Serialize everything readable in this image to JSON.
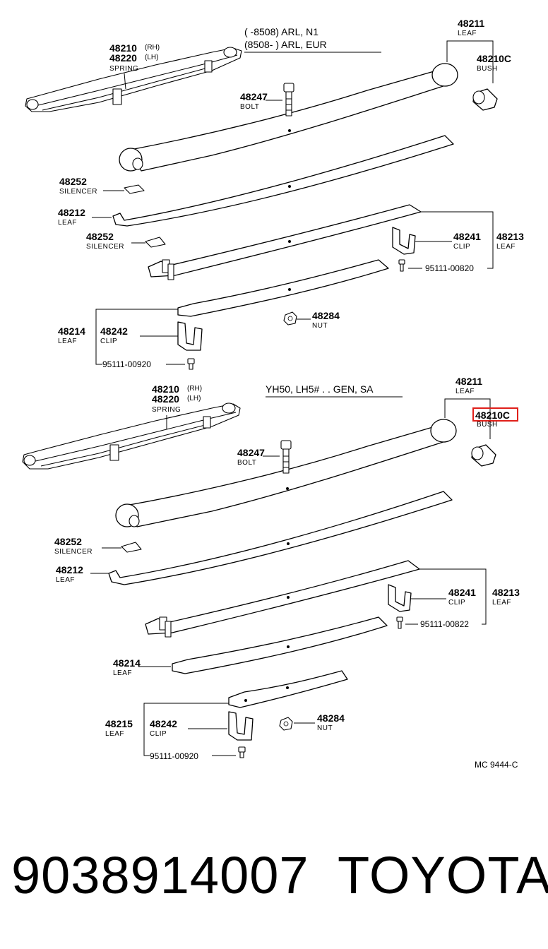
{
  "header_top": {
    "line1": "(    -8508) ARL, N1",
    "line2": "(8508-       ) ARL, EUR"
  },
  "header_bottom": "YH50, LH5# . . GEN, SA",
  "top": {
    "spring": {
      "pn1": "48210",
      "sfx1": "(RH)",
      "pn2": "48220",
      "sfx2": "(LH)",
      "name": "SPRING"
    },
    "leaf_48211": {
      "pn": "48211",
      "name": "LEAF"
    },
    "bush": {
      "pn": "48210C",
      "name": "BUSH"
    },
    "bolt": {
      "pn": "48247",
      "name": "BOLT"
    },
    "silencer1": {
      "pn": "48252",
      "name": "SILENCER"
    },
    "leaf_48212": {
      "pn": "48212",
      "name": "LEAF"
    },
    "silencer2": {
      "pn": "48252",
      "name": "SILENCER"
    },
    "clip_48241": {
      "pn": "48241",
      "name": "CLIP"
    },
    "leaf_48213": {
      "pn": "48213",
      "name": "LEAF"
    },
    "bolt_code": "95111-00820",
    "nut": {
      "pn": "48284",
      "name": "NUT"
    },
    "leaf_48214": {
      "pn": "48214",
      "name": "LEAF"
    },
    "clip_48242": {
      "pn": "48242",
      "name": "CLIP"
    },
    "bolt_code2": "95111-00920"
  },
  "bottom": {
    "spring": {
      "pn1": "48210",
      "sfx1": "(RH)",
      "pn2": "48220",
      "sfx2": "(LH)",
      "name": "SPRING"
    },
    "leaf_48211": {
      "pn": "48211",
      "name": "LEAF"
    },
    "bush": {
      "pn": "48210C",
      "name": "BUSH",
      "highlight_color": "#e0201a"
    },
    "bolt": {
      "pn": "48247",
      "name": "BOLT"
    },
    "silencer": {
      "pn": "48252",
      "name": "SILENCER"
    },
    "leaf_48212": {
      "pn": "48212",
      "name": "LEAF"
    },
    "clip_48241": {
      "pn": "48241",
      "name": "CLIP"
    },
    "leaf_48213": {
      "pn": "48213",
      "name": "LEAF"
    },
    "bolt_code": "95111-00822",
    "leaf_48214": {
      "pn": "48214",
      "name": "LEAF"
    },
    "leaf_48215": {
      "pn": "48215",
      "name": "LEAF"
    },
    "clip_48242": {
      "pn": "48242",
      "name": "CLIP"
    },
    "nut": {
      "pn": "48284",
      "name": "NUT"
    },
    "bolt_code2": "95111-00920"
  },
  "diagram_code": "MC  9444-C",
  "footer": {
    "part_number": "9038914007",
    "brand": "TOYOTA"
  }
}
